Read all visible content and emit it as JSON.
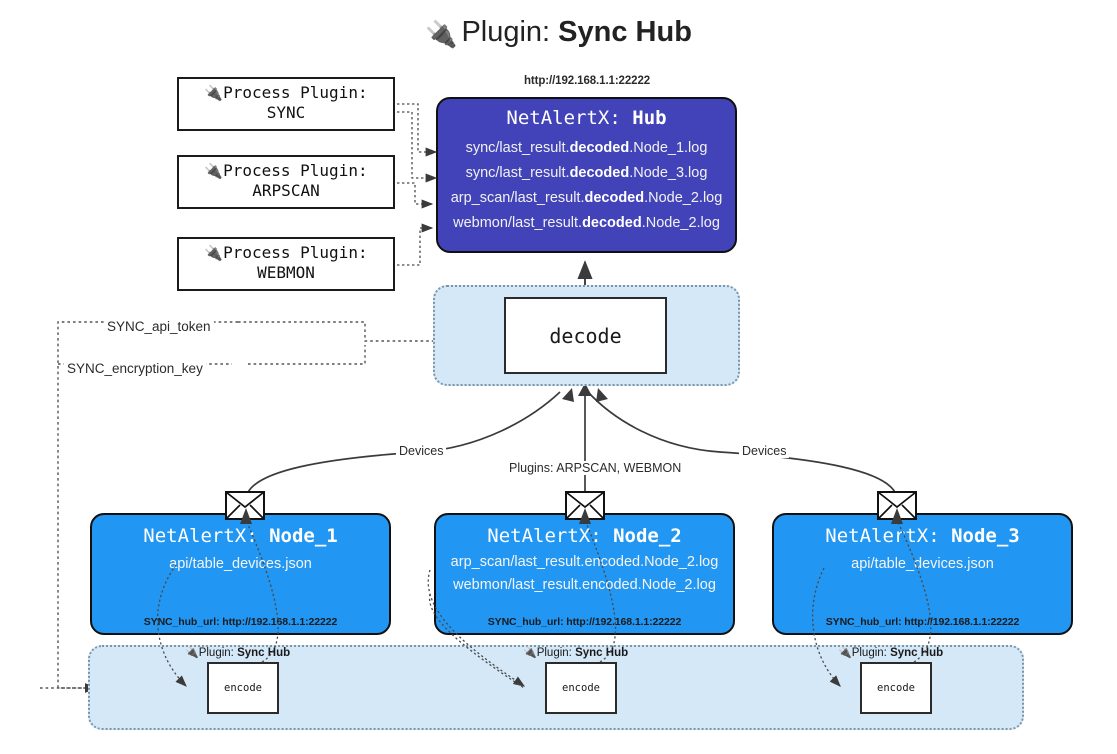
{
  "title": {
    "icon": "electric-plug-icon",
    "prefix": "Plugin:",
    "name": "Sync Hub"
  },
  "process_plugins": [
    {
      "line1": "Process Plugin:",
      "line2": "SYNC"
    },
    {
      "line1": "Process Plugin:",
      "line2": "ARPSCAN"
    },
    {
      "line1": "Process Plugin:",
      "line2": "WEBMON"
    }
  ],
  "hub": {
    "url": "http://192.168.1.1:22222",
    "title_prefix": "NetAlertX:",
    "title_name": "Hub",
    "logs": [
      {
        "pre": "sync/last_result.",
        "em": "decoded",
        "post": ".Node_1.log"
      },
      {
        "pre": "sync/last_result.",
        "em": "decoded",
        "post": ".Node_3.log"
      },
      {
        "pre": "arp_scan/last_result.",
        "em": "decoded",
        "post": ".Node_2.log"
      },
      {
        "pre": "webmon/last_result.",
        "em": "decoded",
        "post": ".Node_2.log"
      }
    ]
  },
  "decode": {
    "label": "decode"
  },
  "config_labels": {
    "api_token": "SYNC_api_token",
    "encryption_key": "SYNC_encryption_key"
  },
  "edge_labels": {
    "devices_left": "Devices",
    "devices_right": "Devices",
    "plugins_mid": "Plugins: ARPSCAN, WEBMON"
  },
  "nodes": [
    {
      "title_prefix": "NetAlertX:",
      "title_name": "Node_1",
      "lines": [
        "api/table_devices.json"
      ],
      "footer": "SYNC_hub_url: http://192.168.1.1:22222"
    },
    {
      "title_prefix": "NetAlertX:",
      "title_name": "Node_2",
      "lines": [
        "arp_scan/last_result.encoded.Node_2.log",
        "webmon/last_result.encoded.Node_2.log"
      ],
      "footer": "SYNC_hub_url: http://192.168.1.1:22222"
    },
    {
      "title_prefix": "NetAlertX:",
      "title_name": "Node_3",
      "lines": [
        "api/table_devices.json"
      ],
      "footer": "SYNC_hub_url: http://192.168.1.1:22222"
    }
  ],
  "encoders": [
    {
      "label": "encode",
      "plugin_prefix": "Plugin:",
      "plugin_name": "Sync Hub"
    },
    {
      "label": "encode",
      "plugin_prefix": "Plugin:",
      "plugin_name": "Sync Hub"
    },
    {
      "label": "encode",
      "plugin_prefix": "Plugin:",
      "plugin_name": "Sync Hub"
    }
  ],
  "colors": {
    "hub_fill": "#4243b8",
    "node_fill": "#2196f3",
    "cluster_fill": "#d5e8f7",
    "edge": "#3b3b3b"
  }
}
